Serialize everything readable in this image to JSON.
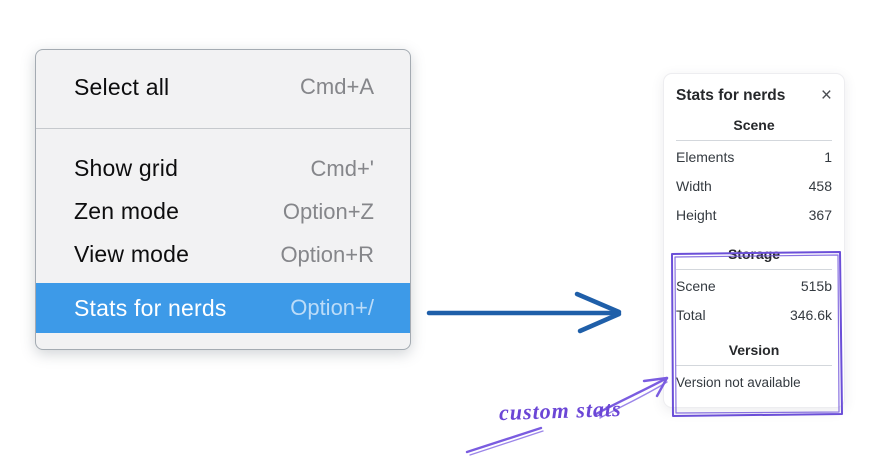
{
  "menu": {
    "items": [
      {
        "label": "Select all",
        "shortcut": "Cmd+A",
        "selected": false
      },
      {
        "label": "Show grid",
        "shortcut": "Cmd+'",
        "selected": false
      },
      {
        "label": "Zen mode",
        "shortcut": "Option+Z",
        "selected": false
      },
      {
        "label": "View mode",
        "shortcut": "Option+R",
        "selected": false
      },
      {
        "label": "Stats for nerds",
        "shortcut": "Option+/",
        "selected": true
      }
    ]
  },
  "stats_panel": {
    "title": "Stats for nerds",
    "close_glyph": "×",
    "scene": {
      "heading": "Scene",
      "rows": [
        {
          "label": "Elements",
          "value": "1"
        },
        {
          "label": "Width",
          "value": "458"
        },
        {
          "label": "Height",
          "value": "367"
        }
      ]
    },
    "storage": {
      "heading": "Storage",
      "rows": [
        {
          "label": "Scene",
          "value": "515b"
        },
        {
          "label": "Total",
          "value": "346.6k"
        }
      ]
    },
    "version": {
      "heading": "Version",
      "note": "Version not available"
    }
  },
  "annotation": {
    "label": "custom stats"
  },
  "colors": {
    "menu_highlight": "#3d9ae8",
    "menu_bg": "#f2f2f3",
    "arrow_blue": "#1f5fa9",
    "annotation_purple": "#6b4fd8"
  }
}
